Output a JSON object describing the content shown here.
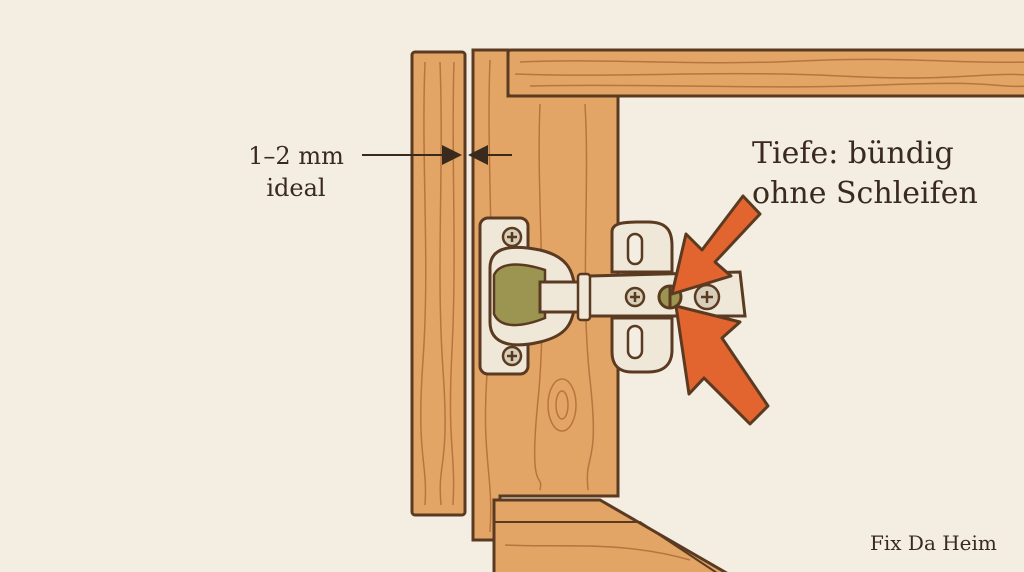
{
  "annotations": {
    "gap": {
      "value": "1–2 mm",
      "note": "ideal"
    },
    "depth": {
      "line1": "Tiefe: bündig",
      "line2": "ohne Schleifen"
    }
  },
  "brand": "Fix Da Heim",
  "colors": {
    "background": "#f3ede2",
    "wood": "#e3a565",
    "wood_edge": "#5b3a22",
    "wood_grain": "#b8743f",
    "hinge_metal": "#efe8d8",
    "hinge_cup": "#9c9552",
    "arrow": "#e2642f",
    "text": "#3a2a1e"
  },
  "icons": [
    "phillips-screw-icon",
    "slotted-screw-icon",
    "orange-arrow-icon",
    "dimension-arrow-icon"
  ]
}
